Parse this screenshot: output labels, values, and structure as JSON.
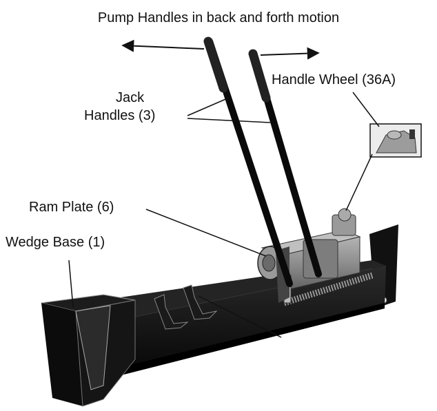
{
  "title": "Pump Handles in back and forth motion",
  "labels": {
    "jack_line1": "Jack",
    "jack_line2": "Handles (3)",
    "handle_wheel": "Handle Wheel (36A)",
    "ram_plate": "Ram Plate (6)",
    "wedge_base": "Wedge Base (1)"
  },
  "colors": {
    "ink": "#111111",
    "frame": "#0d0d0d",
    "pump": "#8a8a8a",
    "background": "#ffffff"
  }
}
